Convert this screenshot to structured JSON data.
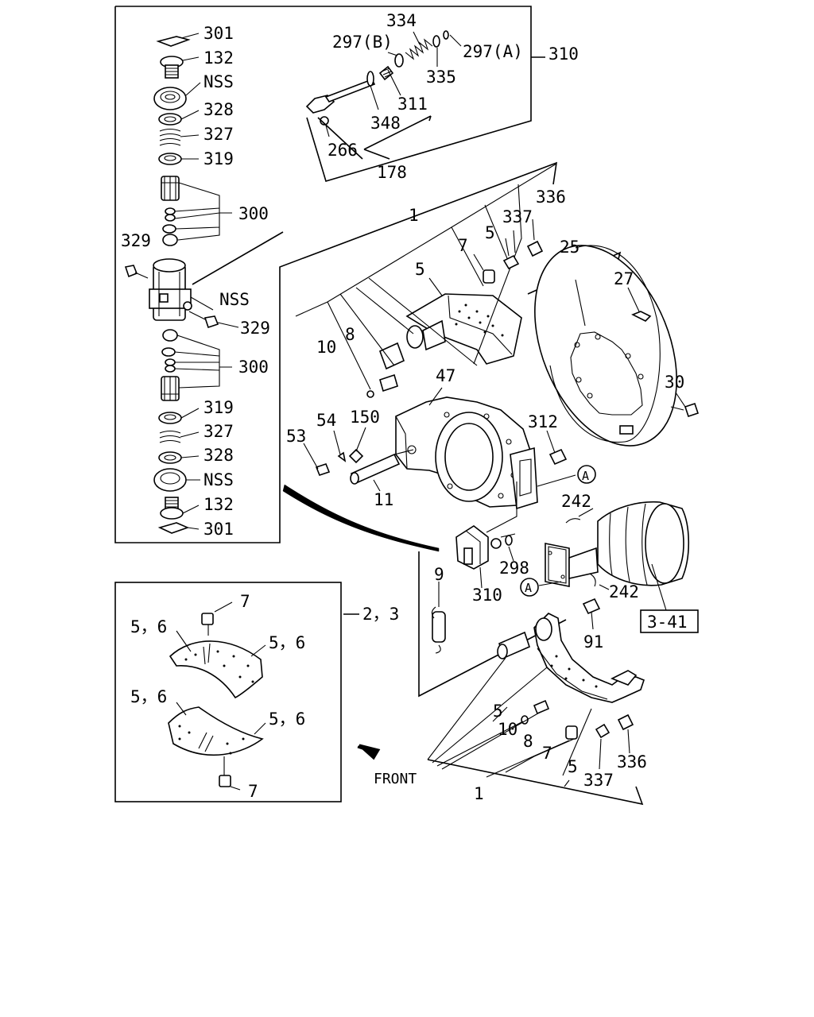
{
  "callouts": {
    "c301a": "301",
    "c132a": "132",
    "nss1": "NSS",
    "c328a": "328",
    "c327a": "327",
    "c319a": "319",
    "c300a": "300",
    "c329a": "329",
    "nss2": "NSS",
    "c329b": "329",
    "c300b": "300",
    "c319b": "319",
    "c327b": "327",
    "c328b": "328",
    "nss3": "NSS",
    "c132b": "132",
    "c301b": "301",
    "c334": "334",
    "c297b": "297(B)",
    "c297a": "297(A)",
    "c310a": "310",
    "c335": "335",
    "c311": "311",
    "c348": "348",
    "c266": "266",
    "c178": "178",
    "c336a": "336",
    "c337a": "337",
    "c1a": "1",
    "c7a": "7",
    "c5a": "5",
    "c5b": "5",
    "c25": "25",
    "c27": "27",
    "c10a": "10",
    "c8a": "8",
    "c47": "47",
    "c30": "30",
    "c54": "54",
    "c150": "150",
    "c53": "53",
    "c312": "312",
    "c11": "11",
    "cA1": "A",
    "c242a": "242",
    "c298": "298",
    "c310b": "310",
    "c9": "9",
    "cA2": "A",
    "c242b": "242",
    "c91": "91",
    "c341": "3-41",
    "c7b": "7",
    "c56a": "5，6",
    "c56b": "5，6",
    "c23": "2，3",
    "c56c": "5，6",
    "c56d": "5，6",
    "c7c": "7",
    "front": "FRONT",
    "c5c": "5",
    "c10b": "10",
    "c8b": "8",
    "c7d": "7",
    "c5d": "5",
    "c337b": "337",
    "c336b": "336",
    "c1b": "1"
  }
}
